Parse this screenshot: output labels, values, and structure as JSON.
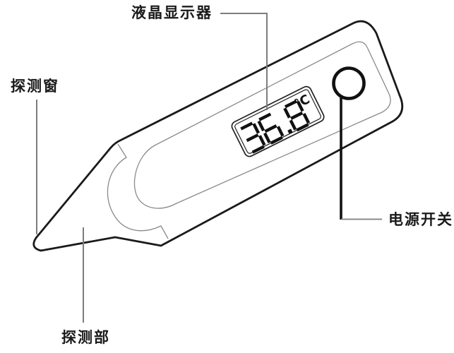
{
  "diagram": {
    "device": "ear-thermometer",
    "labels": [
      {
        "id": "lcd-display",
        "text": "液晶显示器"
      },
      {
        "id": "probe-window",
        "text": "探测窗"
      },
      {
        "id": "power-switch",
        "text": "电源开关"
      },
      {
        "id": "probe-part",
        "text": "探测部"
      }
    ],
    "display": {
      "value": "36.8",
      "unit": "℃"
    },
    "colors": {
      "outline": "#1a1a1a",
      "secondary_line": "#8a8a8a",
      "leader_line": "#7d7d7d",
      "digit": "#111111",
      "background": "#ffffff"
    }
  }
}
